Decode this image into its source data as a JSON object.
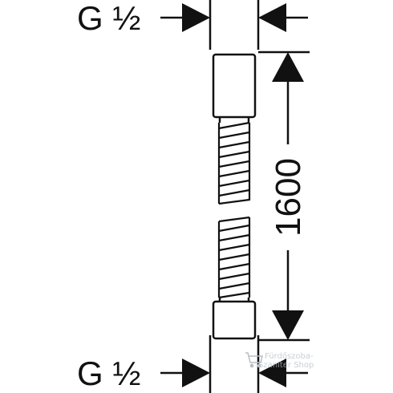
{
  "drawing": {
    "thread_top_label": "G ½",
    "thread_bottom_label": "G ½",
    "length_dimension": "1600",
    "line_color": "#111111"
  },
  "watermark": {
    "line1": "Fürdőszoba-",
    "line2": "Szaniter Shop",
    "icon": "shopping-cart-icon",
    "color": "#b8bfc6"
  }
}
